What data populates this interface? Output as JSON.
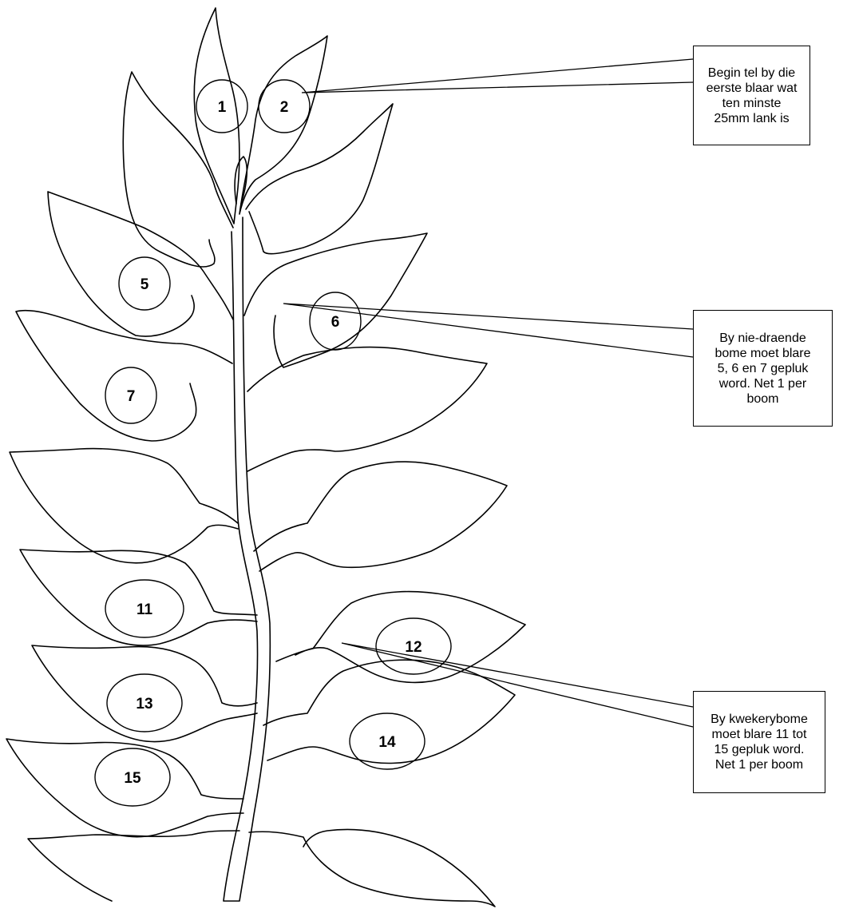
{
  "leaf_labels": [
    "1",
    "2",
    "5",
    "6",
    "7",
    "11",
    "12",
    "13",
    "14",
    "15"
  ],
  "callouts": [
    {
      "text": "Begin tel by die\neerste blaar wat\nten minste\n25mm lank is"
    },
    {
      "text": "By nie-draende\nbome moet blare\n5, 6 en 7 gepluk\nword. Net 1 per\nboom"
    },
    {
      "text": "By kwekerybome\nmoet blare 11 tot\n15 gepluk word.\nNet 1 per boom"
    }
  ]
}
